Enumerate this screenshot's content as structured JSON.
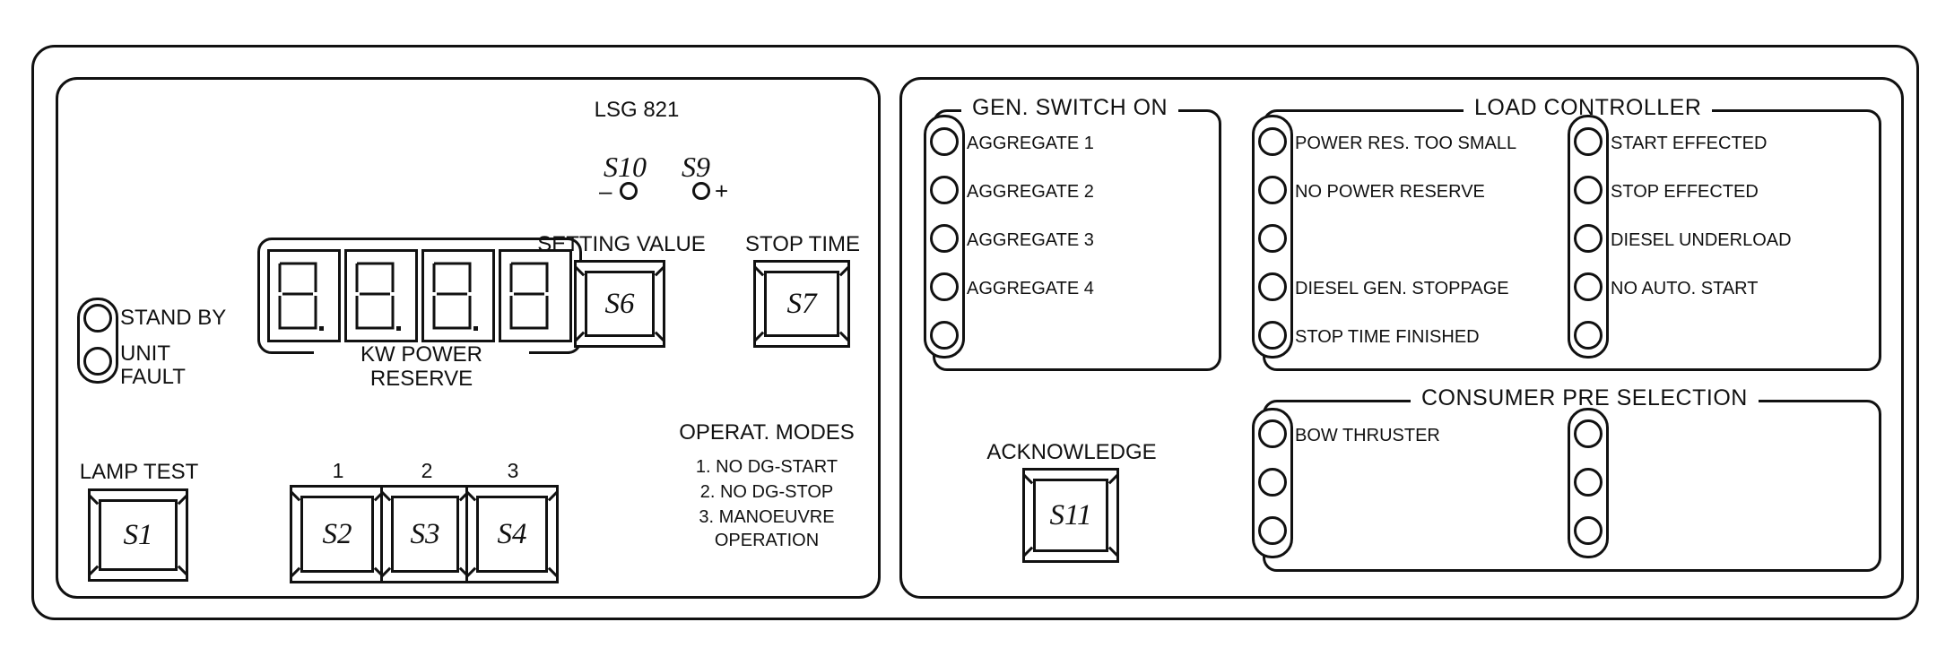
{
  "left_panel": {
    "model": "LSG 821",
    "s10_label": "S10",
    "s9_label": "S9",
    "minus_sign": "–",
    "plus_sign": "+",
    "display_label_line1": "KW POWER",
    "display_label_line2": "RESERVE",
    "setting_value": "SETTING VALUE",
    "stop_time": "STOP TIME",
    "stand_by": "STAND BY",
    "unit_fault_line1": "UNIT",
    "unit_fault_line2": "FAULT",
    "lamp_test": "LAMP TEST",
    "mode_numbers": [
      "1",
      "2",
      "3"
    ],
    "operat_modes_title": "OPERAT. MODES",
    "operat_modes": [
      "1. NO DG-START",
      "2. NO DG-STOP",
      "3. MANOEUVRE",
      "OPERATION"
    ],
    "keys": {
      "s1": "S1",
      "s2": "S2",
      "s3": "S3",
      "s4": "S4",
      "s6": "S6",
      "s7": "S7"
    }
  },
  "right_panel": {
    "gen_switch_title": "GEN. SWITCH ON",
    "gen_switch_items": [
      "AGGREGATE 1",
      "AGGREGATE 2",
      "AGGREGATE 3",
      "AGGREGATE 4",
      ""
    ],
    "load_controller_title": "LOAD CONTROLLER",
    "load_left_items": [
      "POWER RES. TOO SMALL",
      "NO POWER RESERVE",
      "",
      "DIESEL GEN. STOPPAGE",
      "STOP TIME FINISHED"
    ],
    "load_right_items": [
      "START EFFECTED",
      "STOP EFFECTED",
      "DIESEL UNDERLOAD",
      "NO AUTO. START",
      ""
    ],
    "acknowledge": "ACKNOWLEDGE",
    "s11": "S11",
    "consumer_title": "CONSUMER PRE SELECTION",
    "consumer_left_items": [
      "BOW THRUSTER",
      "",
      ""
    ],
    "consumer_right_items": [
      "",
      "",
      ""
    ]
  }
}
